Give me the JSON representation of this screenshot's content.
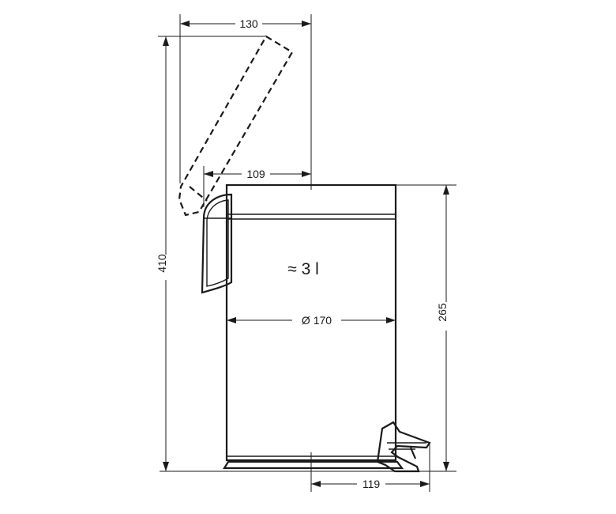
{
  "dimensions": {
    "lid_open_width": "130",
    "lid_closed_width": "109",
    "total_height": "410",
    "body_height": "265",
    "diameter": "Ø 170",
    "pedal_depth": "119"
  },
  "capacity": "≈ 3 l"
}
